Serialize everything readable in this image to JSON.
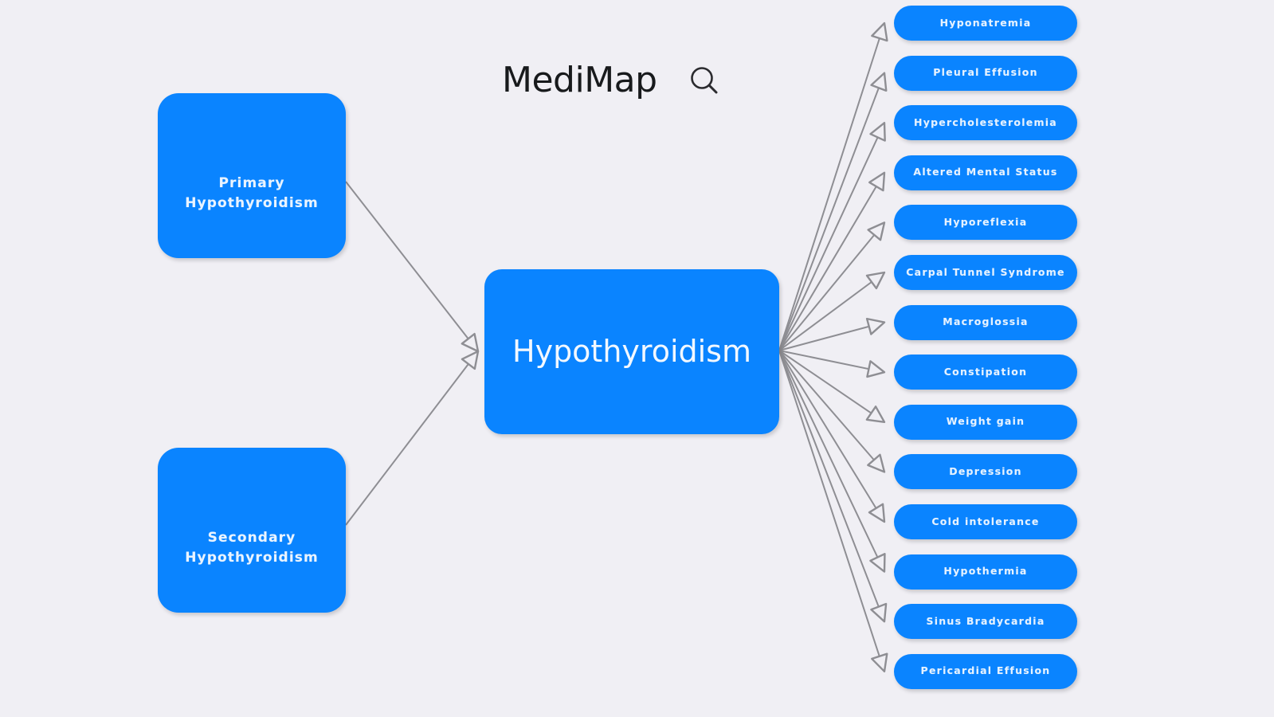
{
  "app": {
    "title": "MediMap",
    "background_color": "#f0eff4",
    "node_color": "#0a84ff",
    "edge_color": "#8e8e93",
    "node_text_color": "#eaf4ff"
  },
  "header": {
    "title": "MediMap",
    "search_icon": "search-icon"
  },
  "graph": {
    "center_node": {
      "id": "hypothyroidism",
      "label": "Hypothyroidism"
    },
    "cause_nodes": [
      {
        "id": "primary-hypothyroidism",
        "label": "Primary Hypothyroidism"
      },
      {
        "id": "secondary-hypothyroidism",
        "label": "Secondary Hypothyroidism"
      }
    ],
    "symptom_nodes": [
      {
        "id": "hyponatremia",
        "label": "Hyponatremia"
      },
      {
        "id": "pleural-effusion",
        "label": "Pleural Effusion"
      },
      {
        "id": "hypercholesterolemia",
        "label": "Hypercholesterolemia"
      },
      {
        "id": "altered-mental-status",
        "label": "Altered Mental Status"
      },
      {
        "id": "hyporeflexia",
        "label": "Hyporeflexia"
      },
      {
        "id": "carpal-tunnel-syndrome",
        "label": "Carpal Tunnel Syndrome"
      },
      {
        "id": "macroglossia",
        "label": "Macroglossia"
      },
      {
        "id": "constipation",
        "label": "Constipation"
      },
      {
        "id": "weight-gain",
        "label": "Weight gain"
      },
      {
        "id": "depression",
        "label": "Depression"
      },
      {
        "id": "cold-intolerance",
        "label": "Cold intolerance"
      },
      {
        "id": "hypothermia",
        "label": "Hypothermia"
      },
      {
        "id": "sinus-bradycardia",
        "label": "Sinus Bradycardia"
      },
      {
        "id": "pericardial-effusion",
        "label": "Pericardial Effusion"
      }
    ]
  }
}
